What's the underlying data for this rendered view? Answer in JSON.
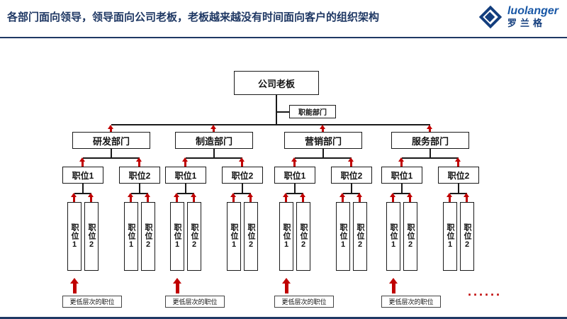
{
  "header": {
    "title": "各部门面向领导，领导面向公司老板，老板越来越没有时间面向客户的组织架构",
    "logo": {
      "brand": "luolanger",
      "brand_cn": "罗兰格"
    }
  },
  "colors": {
    "accent": "#1f3864",
    "arrow": "#c00000",
    "line": "#1a1a1a"
  },
  "chart": {
    "root": "公司老板",
    "staff": "职能部门",
    "departments": [
      {
        "name": "研发部门",
        "pos1": "职位1",
        "pos2": "职位2",
        "sub1": "职位1",
        "sub2": "职位2",
        "sub3": "职位1",
        "sub4": "职位2",
        "footer": "更低层次的职位"
      },
      {
        "name": "制造部门",
        "pos1": "职位1",
        "pos2": "职位2",
        "sub1": "职位1",
        "sub2": "职位2",
        "sub3": "职位1",
        "sub4": "职位2",
        "footer": "更低层次的职位"
      },
      {
        "name": "营销部门",
        "pos1": "职位1",
        "pos2": "职位2",
        "sub1": "职位1",
        "sub2": "职位2",
        "sub3": "职位1",
        "sub4": "职位2",
        "footer": "更低层次的职位"
      },
      {
        "name": "服务部门",
        "pos1": "职位1",
        "pos2": "职位2",
        "sub1": "职位1",
        "sub2": "职位2",
        "sub3": "职位1",
        "sub4": "职位2",
        "footer": "更低层次的职位"
      }
    ],
    "ellipsis": "······"
  }
}
